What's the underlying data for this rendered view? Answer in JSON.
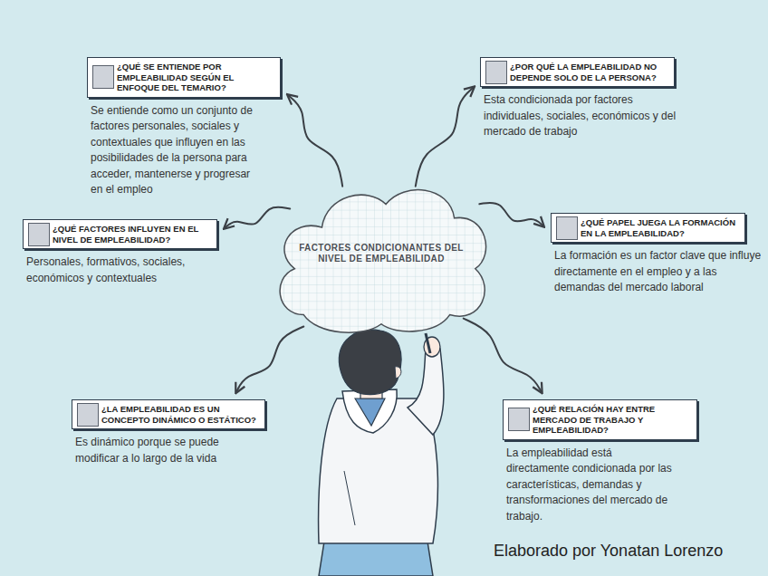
{
  "diagram": {
    "nodes": [
      {
        "text": [
          "FACTORES CONDICIONANTES DEL NIVEL DE EMPLEABILIDAD"
        ]
      },
      {
        "text": [
          "¿QUÉ SE ENTIENDE POR EMPLEABILIDAD SEGÚN EL ENFOQUE DEL TEMARIO?",
          "Se entiende como un conjunto de factores personales, sociales y contextuales que influyen en las posibilidades de la persona para acceder, mantenerse y progresar en el empleo"
        ]
      },
      {
        "text": [
          "¿POR QUÉ LA EMPLEABILIDAD NO DEPENDE SOLO DE LA PERSONA?",
          "Esta condicionada por factores individuales, sociales, económicos y del mercado de trabajo"
        ]
      },
      {
        "text": [
          "¿QUÉ FACTORES INFLUYEN EN EL NIVEL DE EMPLEABILIDAD?",
          "Personales, formativos, sociales, económicos y contextuales"
        ]
      },
      {
        "text": [
          "¿QUÉ PAPEL JUEGA LA FORMACIÓN EN LA EMPLEABILIDAD?",
          "La formación es un factor clave que influye directamente en el empleo y a las demandas del mercado laboral"
        ]
      },
      {
        "text": [
          "¿LA EMPLEABILIDAD ES UN CONCEPTO DINÁMICO O ESTÁTICO?",
          "Es dinámico porque se puede modificar a lo largo de la vida"
        ]
      },
      {
        "text": [
          "¿QUÉ RELACIÓN HAY ENTRE MERCADO DE TRABAJO Y EMPLEABILIDAD?",
          "La empleabilidad está directamente condicionada por las características, demandas y transformaciones del mercado de trabajo."
        ]
      }
    ],
    "edges": [
      {
        "from": 0,
        "to": 1,
        "arrow": "to"
      },
      {
        "from": 0,
        "to": 2,
        "arrow": "to"
      },
      {
        "from": 0,
        "to": 3,
        "arrow": "to"
      },
      {
        "from": 0,
        "to": 4,
        "arrow": "to"
      },
      {
        "from": 0,
        "to": 5,
        "arrow": "to"
      },
      {
        "from": 0,
        "to": 6,
        "arrow": "to"
      }
    ],
    "labels": [
      "Elaborado por Yonatan Lorenzo"
    ]
  }
}
